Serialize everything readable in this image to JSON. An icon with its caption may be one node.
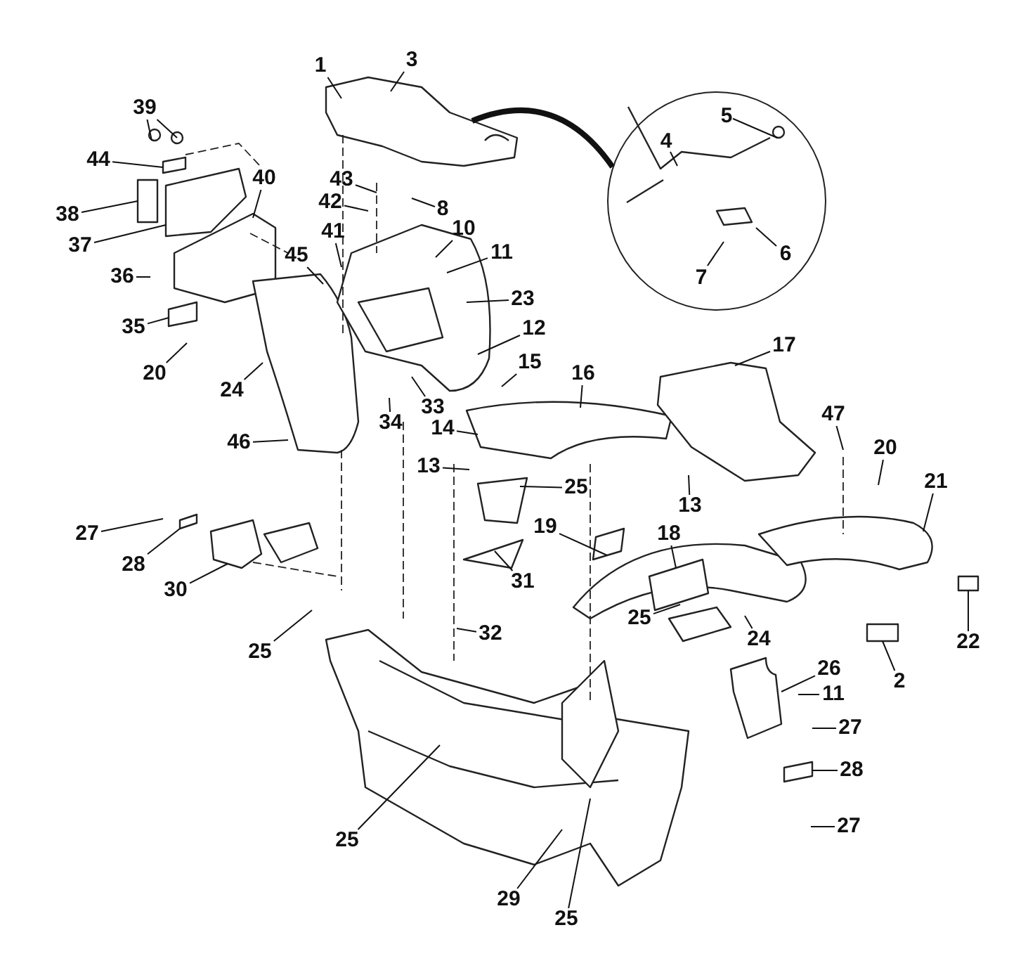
{
  "diagram": {
    "nodes": [
      {
        "text": [
          "1"
        ]
      },
      {
        "text": [
          "3"
        ]
      },
      {
        "text": [
          "39"
        ]
      },
      {
        "text": [],
        "shape": "circle"
      },
      {
        "text": [
          "5"
        ],
        "in": 3
      },
      {
        "text": [
          "4"
        ],
        "in": 3
      },
      {
        "text": [
          "6"
        ],
        "in": 3
      },
      {
        "text": [
          "7"
        ],
        "in": 3
      },
      {
        "text": [
          "44"
        ]
      },
      {
        "text": [
          "43"
        ]
      },
      {
        "text": [
          "42"
        ]
      },
      {
        "text": [
          "8"
        ]
      },
      {
        "text": [
          "38"
        ]
      },
      {
        "text": [
          "40"
        ]
      },
      {
        "text": [
          "10"
        ]
      },
      {
        "text": [
          "37"
        ]
      },
      {
        "text": [
          "41"
        ]
      },
      {
        "text": [
          "11"
        ]
      },
      {
        "text": [
          "45"
        ]
      },
      {
        "text": [
          "36"
        ]
      },
      {
        "text": [
          "23"
        ]
      },
      {
        "text": [
          "35"
        ]
      },
      {
        "text": [
          "12"
        ]
      },
      {
        "text": [
          "17"
        ]
      },
      {
        "text": [
          "15"
        ]
      },
      {
        "text": [
          "20"
        ]
      },
      {
        "text": [
          "16"
        ]
      },
      {
        "text": [
          "24"
        ]
      },
      {
        "text": [
          "33"
        ]
      },
      {
        "text": [
          "47"
        ]
      },
      {
        "text": [
          "34"
        ]
      },
      {
        "text": [
          "14"
        ]
      },
      {
        "text": [
          "46"
        ]
      },
      {
        "text": [
          "20"
        ]
      },
      {
        "text": [
          "13"
        ]
      },
      {
        "text": [
          "21"
        ]
      },
      {
        "text": [
          "13"
        ]
      },
      {
        "text": [
          "25"
        ]
      },
      {
        "text": [
          "19"
        ]
      },
      {
        "text": [
          "27"
        ]
      },
      {
        "text": [
          "18"
        ]
      },
      {
        "text": [
          "28"
        ]
      },
      {
        "text": [
          "31"
        ]
      },
      {
        "text": [
          "30"
        ]
      },
      {
        "text": [
          "25"
        ]
      },
      {
        "text": [
          "32"
        ]
      },
      {
        "text": [
          "22"
        ]
      },
      {
        "text": [
          "24"
        ]
      },
      {
        "text": [
          "25"
        ]
      },
      {
        "text": [
          "26"
        ]
      },
      {
        "text": [
          "2"
        ]
      },
      {
        "text": [
          "11"
        ]
      },
      {
        "text": [
          "27"
        ]
      },
      {
        "text": [
          "28"
        ]
      },
      {
        "text": [
          "27"
        ]
      },
      {
        "text": [
          "25"
        ]
      },
      {
        "text": [
          "29"
        ]
      },
      {
        "text": [
          "25"
        ]
      }
    ],
    "edges": [
      {
        "from": 0,
        "to": null,
        "arrow": "none"
      },
      {
        "from": 1,
        "to": null,
        "arrow": "none"
      },
      {
        "from": 2,
        "to": null,
        "arrow": "none"
      },
      {
        "from": 2,
        "to": null,
        "arrow": "none"
      },
      {
        "from": 4,
        "to": null,
        "arrow": "none"
      },
      {
        "from": 5,
        "to": null,
        "arrow": "none"
      },
      {
        "from": 6,
        "to": null,
        "arrow": "none"
      },
      {
        "from": 7,
        "to": null,
        "arrow": "none"
      },
      {
        "from": 8,
        "to": null,
        "arrow": "none"
      },
      {
        "from": 9,
        "to": null,
        "arrow": "none"
      },
      {
        "from": 10,
        "to": null,
        "arrow": "none"
      },
      {
        "from": 11,
        "to": null,
        "arrow": "none"
      },
      {
        "from": 12,
        "to": null,
        "arrow": "none"
      },
      {
        "from": 13,
        "to": null,
        "arrow": "none"
      },
      {
        "from": 14,
        "to": null,
        "arrow": "none"
      },
      {
        "from": 15,
        "to": null,
        "arrow": "none"
      },
      {
        "from": 16,
        "to": null,
        "arrow": "none"
      },
      {
        "from": 17,
        "to": null,
        "arrow": "none"
      },
      {
        "from": 18,
        "to": null,
        "arrow": "none"
      },
      {
        "from": 19,
        "to": null,
        "arrow": "none"
      },
      {
        "from": 20,
        "to": null,
        "arrow": "none"
      },
      {
        "from": 21,
        "to": null,
        "arrow": "none"
      },
      {
        "from": 22,
        "to": null,
        "arrow": "none"
      },
      {
        "from": 23,
        "to": null,
        "arrow": "none"
      },
      {
        "from": 24,
        "to": null,
        "arrow": "none"
      },
      {
        "from": 25,
        "to": null,
        "arrow": "none"
      },
      {
        "from": 26,
        "to": null,
        "arrow": "none"
      },
      {
        "from": 27,
        "to": null,
        "arrow": "none"
      },
      {
        "from": 28,
        "to": null,
        "arrow": "none"
      },
      {
        "from": 29,
        "to": null,
        "arrow": "none"
      },
      {
        "from": 30,
        "to": null,
        "arrow": "none"
      },
      {
        "from": 31,
        "to": null,
        "arrow": "none"
      },
      {
        "from": 32,
        "to": null,
        "arrow": "none"
      },
      {
        "from": 33,
        "to": null,
        "arrow": "none"
      },
      {
        "from": 34,
        "to": null,
        "arrow": "none"
      },
      {
        "from": 35,
        "to": null,
        "arrow": "none"
      },
      {
        "from": 36,
        "to": null,
        "arrow": "none"
      },
      {
        "from": 37,
        "to": null,
        "arrow": "none"
      },
      {
        "from": 38,
        "to": null,
        "arrow": "none"
      },
      {
        "from": 39,
        "to": null,
        "arrow": "none"
      },
      {
        "from": 40,
        "to": null,
        "arrow": "none"
      },
      {
        "from": 41,
        "to": null,
        "arrow": "none"
      },
      {
        "from": 42,
        "to": null,
        "arrow": "none"
      },
      {
        "from": 43,
        "to": null,
        "arrow": "none"
      },
      {
        "from": 44,
        "to": null,
        "arrow": "none"
      },
      {
        "from": 45,
        "to": null,
        "arrow": "none"
      },
      {
        "from": 46,
        "to": null,
        "arrow": "none"
      },
      {
        "from": 47,
        "to": null,
        "arrow": "none"
      },
      {
        "from": 48,
        "to": null,
        "arrow": "none"
      },
      {
        "from": 49,
        "to": null,
        "arrow": "none"
      },
      {
        "from": 50,
        "to": null,
        "arrow": "none"
      },
      {
        "from": 51,
        "to": null,
        "arrow": "none"
      },
      {
        "from": 52,
        "to": null,
        "arrow": "none"
      },
      {
        "from": 53,
        "to": null,
        "arrow": "none"
      },
      {
        "from": 54,
        "to": null,
        "arrow": "none"
      },
      {
        "from": 55,
        "to": null,
        "arrow": "none"
      },
      {
        "from": 56,
        "to": null,
        "arrow": "none"
      },
      {
        "from": 57,
        "to": null,
        "arrow": "none"
      },
      {
        "from": null,
        "to": 3,
        "arrow": "none",
        "style": "thick"
      }
    ]
  }
}
